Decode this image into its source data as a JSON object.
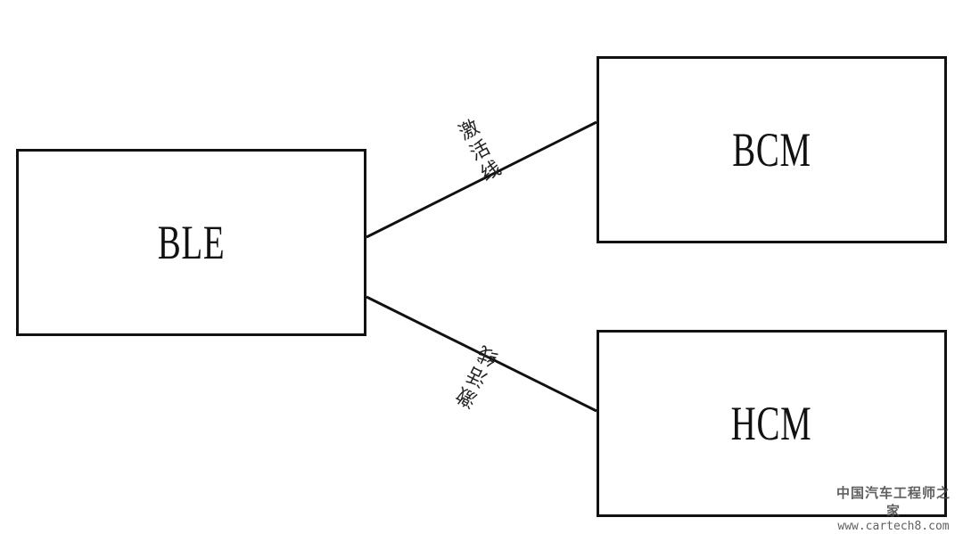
{
  "diagram": {
    "nodes": {
      "ble": {
        "label": "BLE"
      },
      "bcm": {
        "label": "BCM"
      },
      "hcm": {
        "label": "HCM"
      }
    },
    "edges": [
      {
        "from": "BLE",
        "to": "BCM",
        "label": "激活线"
      },
      {
        "from": "BLE",
        "to": "HCM",
        "label": "激活线"
      }
    ],
    "line_color": "#111111"
  },
  "watermark": {
    "title": "中国汽车工程师之家",
    "url": "www.cartech8.com"
  }
}
